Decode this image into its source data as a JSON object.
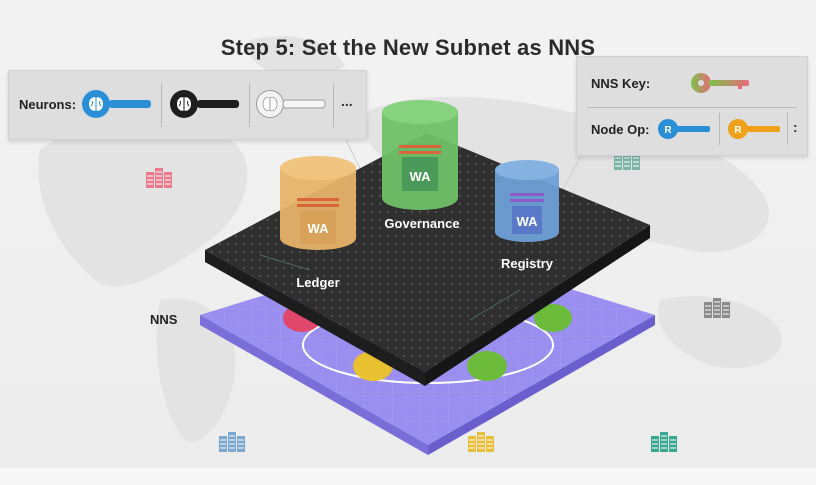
{
  "title": "Step 5: Set the New Subnet as NNS",
  "neurons_panel": {
    "label": "Neurons:",
    "ellipsis": "..."
  },
  "keys_panel": {
    "nns_key_label": "NNS Key:",
    "node_op_label": "Node Op:",
    "node_op_key_letter_1": "R",
    "node_op_key_letter_2": "R",
    "trailing": ":"
  },
  "canisters": {
    "ledger": {
      "label": "Ledger",
      "badge": "WA"
    },
    "governance": {
      "label": "Governance",
      "badge": "WA"
    },
    "registry": {
      "label": "Registry",
      "badge": "WA"
    }
  },
  "subnet_label": "NNS",
  "colors": {
    "ledger": "#e6b36a",
    "governance": "#6fc168",
    "registry": "#6e9fd6",
    "chip": "#2f2f2f",
    "base": "#8b7fe6",
    "key_blue": "#2a8fd6",
    "key_black": "#1e1e1e",
    "key_white": "#f4f4f4",
    "key_gradient_start": "#7ec24a",
    "key_gradient_end": "#e86a7a",
    "key_orange": "#f0a11c",
    "node_red": "#e0476a",
    "node_yellow": "#e8c030",
    "node_green": "#6cbb3a"
  },
  "icons": {
    "neuron_keys": [
      "brain-key-blue-icon",
      "brain-key-black-icon",
      "brain-key-white-icon"
    ],
    "nns_key": "key-gradient-icon",
    "node_op_keys": [
      "key-blue-icon",
      "key-orange-icon"
    ],
    "datacenters": [
      "server-rack-icon"
    ]
  }
}
